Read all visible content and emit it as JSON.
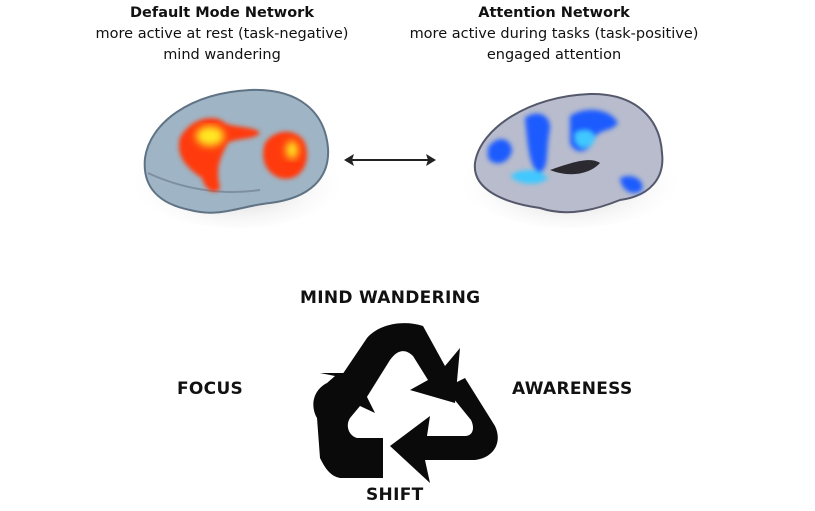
{
  "left_panel": {
    "title": "Default Mode Network",
    "line1": "more active at rest (task-negative)",
    "line2": "mind wandering",
    "activation_color": "#ff3a10",
    "activation_core_color": "#ffe820"
  },
  "right_panel": {
    "title": "Attention Network",
    "line1": "more active during tasks (task-positive)",
    "line2": "engaged attention",
    "activation_color": "#1a5cff",
    "activation_core_color": "#40c8ff"
  },
  "connector": {
    "icon": "double-headed-arrow-icon"
  },
  "cycle": {
    "icon": "recycle-icon",
    "top": "MIND WANDERING",
    "left": "FOCUS",
    "right": "AWARENESS",
    "bottom": "SHIFT"
  }
}
